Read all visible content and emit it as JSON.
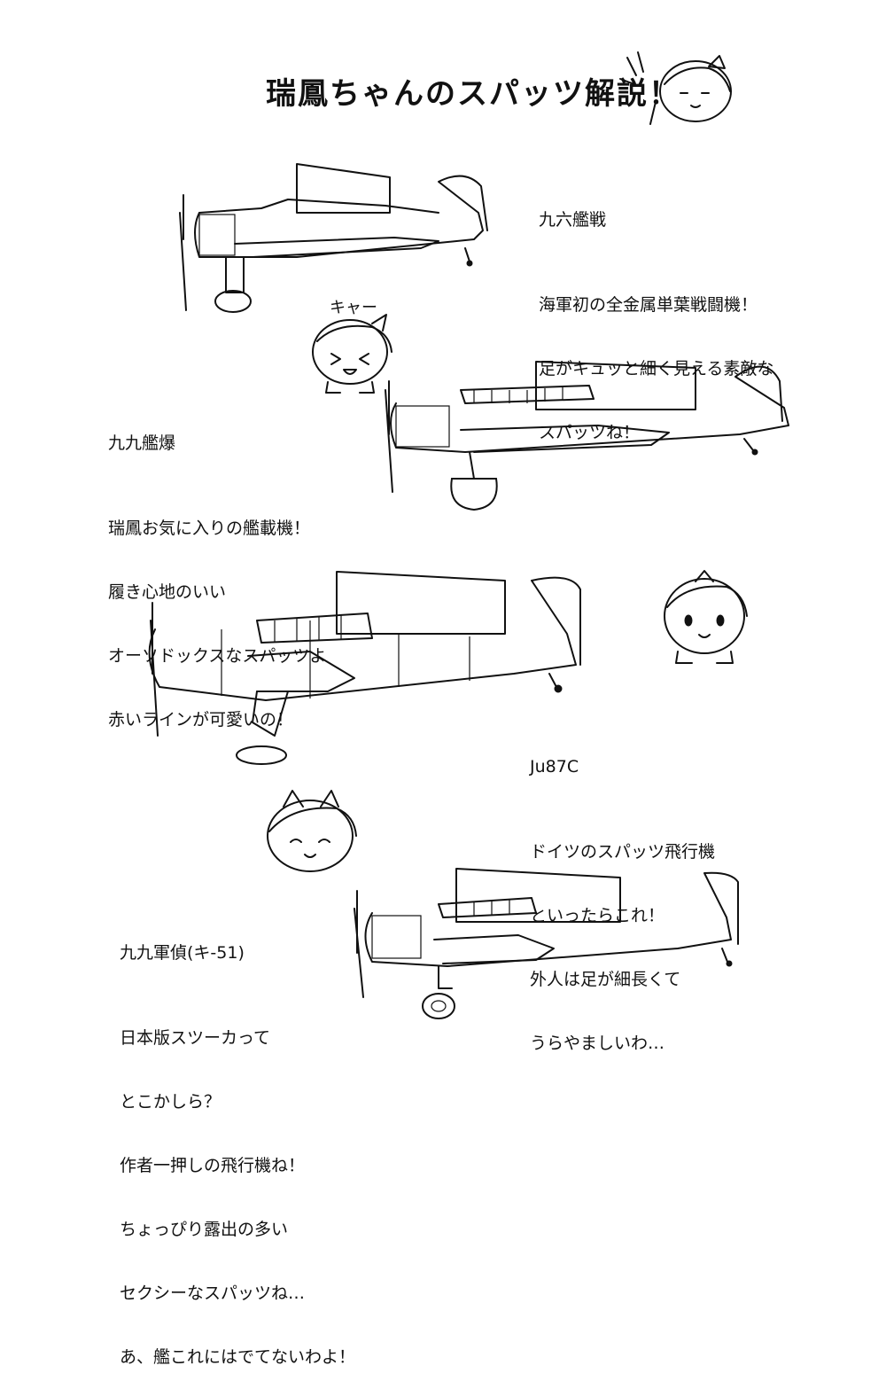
{
  "page": {
    "title": "瑞鳳ちゃんのスパッツ解説！"
  },
  "sections": [
    {
      "heading": "九六艦戦",
      "lines": [
        "海軍初の全金属単葉戦闘機！",
        "足がキュッと細く見える素敵な",
        "スパッツね！"
      ]
    },
    {
      "heading": "九九艦爆",
      "lines": [
        "瑞鳳お気に入りの艦載機！",
        "履き心地のいい",
        "オーソドックスなスパッツよ",
        "赤いラインが可愛いの！"
      ]
    },
    {
      "heading": "Ju87C",
      "lines": [
        "ドイツのスパッツ飛行機",
        "といったらこれ！",
        "外人は足が細長くて",
        "うらやましいわ…"
      ]
    },
    {
      "heading": "九九軍偵(キ-51)",
      "lines": [
        "日本版スツーカって",
        "とこかしら？",
        "作者一押しの飛行機ね！",
        "ちょっぴり露出の多い",
        "セクシーなスパッツね…",
        "あ、艦これにはでてないわよ！"
      ]
    }
  ],
  "character": {
    "exclamation": "キャー"
  }
}
